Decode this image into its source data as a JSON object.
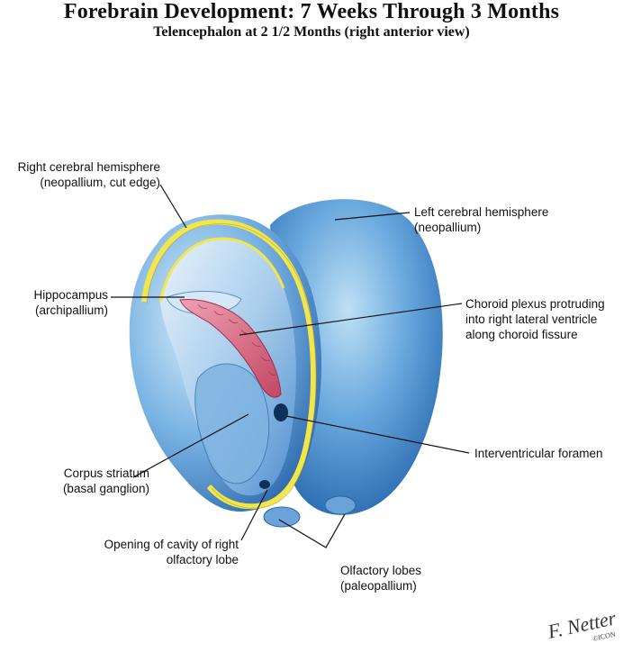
{
  "title": "Forebrain Development: 7 Weeks Through 3 Months",
  "subtitle": "Telencephalon at 2 1/2 Months (right anterior view)",
  "labels": {
    "right_hemisphere": [
      "Right cerebral hemisphere",
      "(neopallium, cut edge)"
    ],
    "left_hemisphere": [
      "Left cerebral hemisphere",
      "(neopallium)"
    ],
    "hippocampus": [
      "Hippocampus",
      "(archipallium)"
    ],
    "choroid_plexus": [
      "Choroid plexus protruding",
      "into right lateral ventricle",
      "along choroid fissure"
    ],
    "interventricular": [
      "Interventricular foramen"
    ],
    "corpus_striatum": [
      "Corpus striatum",
      "(basal ganglion)"
    ],
    "olfactory_opening": [
      "Opening of cavity of right",
      "olfactory lobe"
    ],
    "olfactory_lobes": [
      "Olfactory lobes",
      "(paleopallium)"
    ]
  },
  "signature": "F. Netter",
  "signature_mark": "©ICON",
  "colors": {
    "brain_blue": "#4a8fd0",
    "brain_light": "#bcdcf2",
    "cut_edge_yellow": "#f3e64a",
    "choroid_pink": "#d8607a"
  }
}
